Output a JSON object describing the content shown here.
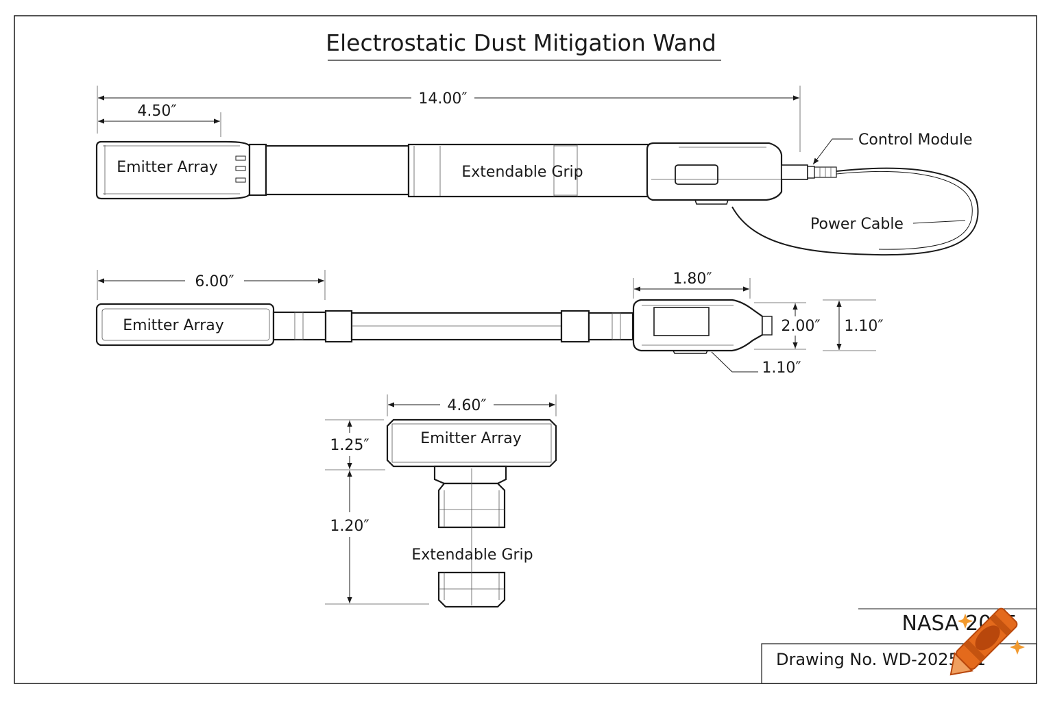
{
  "title": "Electrostatic Dust Mitigation Wand",
  "side_view": {
    "dim_overall": "14.00″",
    "dim_emitter": "4.50″",
    "emitter_label": "Emitter Array",
    "grip_label": "Extendable Grip",
    "control_module_label": "Control Module",
    "power_cable_label": "Power Cable"
  },
  "top_view": {
    "dim_emitter": "6.00″",
    "dim_module_length": "1.80″",
    "dim_module_height": "2.00″",
    "dim_module_outer": "1.10″",
    "dim_foot": "1.10″",
    "emitter_label": "Emitter Array"
  },
  "front_view": {
    "dim_width": "4.60″",
    "dim_head_height": "1.25″",
    "dim_grip_height": "1.20″",
    "emitter_label": "Emitter Array",
    "grip_label": "Extendable Grip"
  },
  "title_block": {
    "org": "NASA 2025",
    "drawing_no": "Drawing No.  WD-2025-01"
  }
}
